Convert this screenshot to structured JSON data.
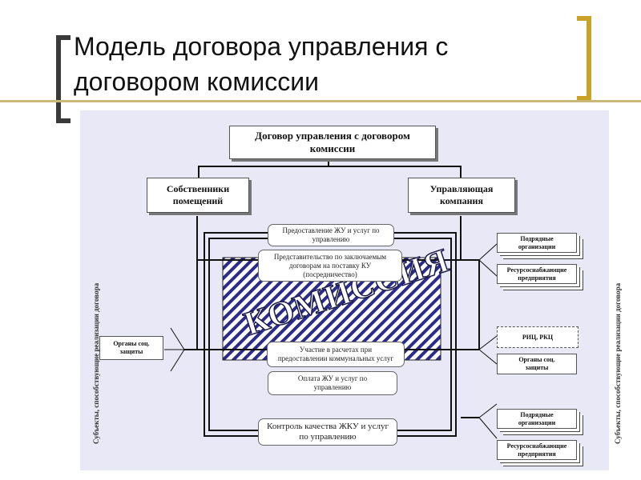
{
  "title": "Модель договора управления с договором комиссии",
  "diagram": {
    "top_box": "Договор управления с договором комиссии",
    "owners": "Собственники помещений",
    "company": "Управляющая компания",
    "center_label": "КОМИССИЯ",
    "flows": [
      "Предоставление ЖУ и услуг по управлению",
      "Представительство по заключаемым договорам на поставку КУ (посредничество)",
      "Участие в расчетах при предоставлении коммунальных услуг",
      "Оплата ЖУ и услуг по управлению",
      "Контроль качества ЖКУ и услуг по управлению"
    ],
    "left_entity": "Органы соц. защиты",
    "right_entities": [
      "Подрядные организации",
      "Ресурсоснабжающие предприятия",
      "РИЦ, РКЦ",
      "Органы соц. защиты",
      "Подрядные организации",
      "Ресурсоснабжающие предприятия"
    ],
    "side_label": "Субъекты, способствующие реализации договора"
  },
  "colors": {
    "panel": "#e8e8f6",
    "hatch": "#2b2b8c",
    "title_bar": "#c9b87a",
    "bracket_right": "#c9a227"
  }
}
